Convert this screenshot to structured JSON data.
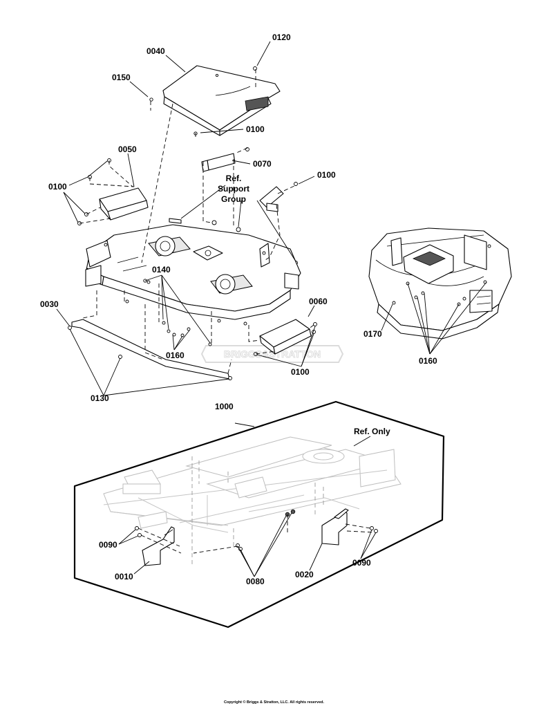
{
  "callouts": {
    "c0120": "0120",
    "c0040": "0040",
    "c0150": "0150",
    "c0100_top": "0100",
    "c0050": "0050",
    "c0070": "0070",
    "c0100_right": "0100",
    "c0100_left": "0100",
    "c0140": "0140",
    "c0030": "0030",
    "c0060": "0060",
    "c0160_mid": "0160",
    "c0100_bottom": "0100",
    "c0130": "0130",
    "c0170": "0170",
    "c0160_right": "0160",
    "c1000": "1000",
    "c0090_left": "0090",
    "c0010": "0010",
    "c0080": "0080",
    "c0020": "0020",
    "c0090_right": "0090"
  },
  "ref_support_group": [
    "Ref.",
    "Support",
    "Group"
  ],
  "ref_only": "Ref. Only",
  "watermark": "BRIGGS&STRATTON",
  "copyright": "Copyright © Briggs & Stratton, LLC. All rights reserved."
}
